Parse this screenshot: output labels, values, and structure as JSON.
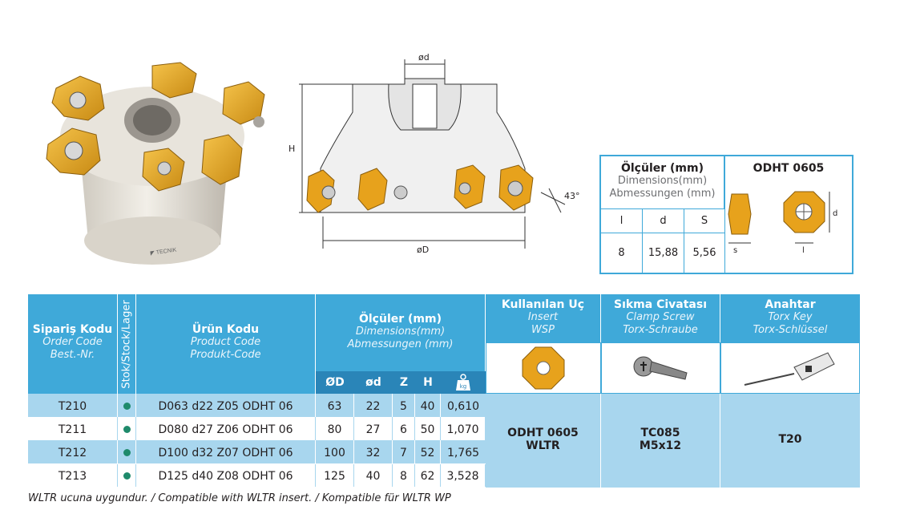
{
  "drawing": {
    "label_od_small": "ød",
    "label_h": "H",
    "label_od_big": "øD",
    "label_angle": "43°"
  },
  "dims_table": {
    "title": "Ölçüler (mm)",
    "title_en": "Dimensions(mm)",
    "title_de": "Abmessungen (mm)",
    "insert_title": "ODHT 0605",
    "cols": [
      "l",
      "d",
      "S"
    ],
    "values": [
      "8",
      "15,88",
      "5,56"
    ],
    "fig_label_d": "d",
    "fig_label_s": "s",
    "fig_label_l": "l"
  },
  "main_table": {
    "order_code": "Sipariş Kodu",
    "order_code_en": "Order Code",
    "order_code_de": "Best.-Nr.",
    "stock": "Stok/Stock/Lager",
    "product_code": "Ürün Kodu",
    "product_code_en": "Product Code",
    "product_code_de": "Produkt-Code",
    "dimensions": "Ölçüler (mm)",
    "dimensions_en": "Dimensions(mm)",
    "dimensions_de": "Abmessungen (mm)",
    "insert": "Kullanılan Uç",
    "insert_en": "Insert",
    "insert_de": "WSP",
    "screw": "Sıkma Civatası",
    "screw_en": "Clamp Screw",
    "screw_de": "Torx-Schraube",
    "key": "Anahtar",
    "key_en": "Torx Key",
    "key_de": "Torx-Schlüssel",
    "dim_cols": [
      "ØD",
      "ød",
      "Z",
      "H"
    ],
    "weight_icon_label": "kg",
    "rows": [
      {
        "order": "T210",
        "product": "D063 d22 Z05 ODHT 06",
        "D": "63",
        "d": "22",
        "Z": "5",
        "H": "40",
        "kg": "0,610"
      },
      {
        "order": "T211",
        "product": "D080 d27 Z06 ODHT 06",
        "D": "80",
        "d": "27",
        "Z": "6",
        "H": "50",
        "kg": "1,070"
      },
      {
        "order": "T212",
        "product": "D100 d32 Z07 ODHT 06",
        "D": "100",
        "d": "32",
        "Z": "7",
        "H": "52",
        "kg": "1,765"
      },
      {
        "order": "T213",
        "product": "D125 d40 Z08 ODHT 06",
        "D": "125",
        "d": "40",
        "Z": "8",
        "H": "62",
        "kg": "3,528"
      }
    ],
    "insert_value_1": "ODHT 0605",
    "insert_value_2": "WLTR",
    "screw_value_1": "TC085",
    "screw_value_2": "M5x12",
    "key_value": "T20"
  },
  "footnote": "WLTR ucuna uygundur. / Compatible with WLTR insert. / Kompatible für WLTR WP",
  "colors": {
    "accent": "#3fa9d9",
    "light": "#a8d6ee",
    "stock_dot": "#1f8a6b",
    "insert_gold": "#e7a21c"
  }
}
